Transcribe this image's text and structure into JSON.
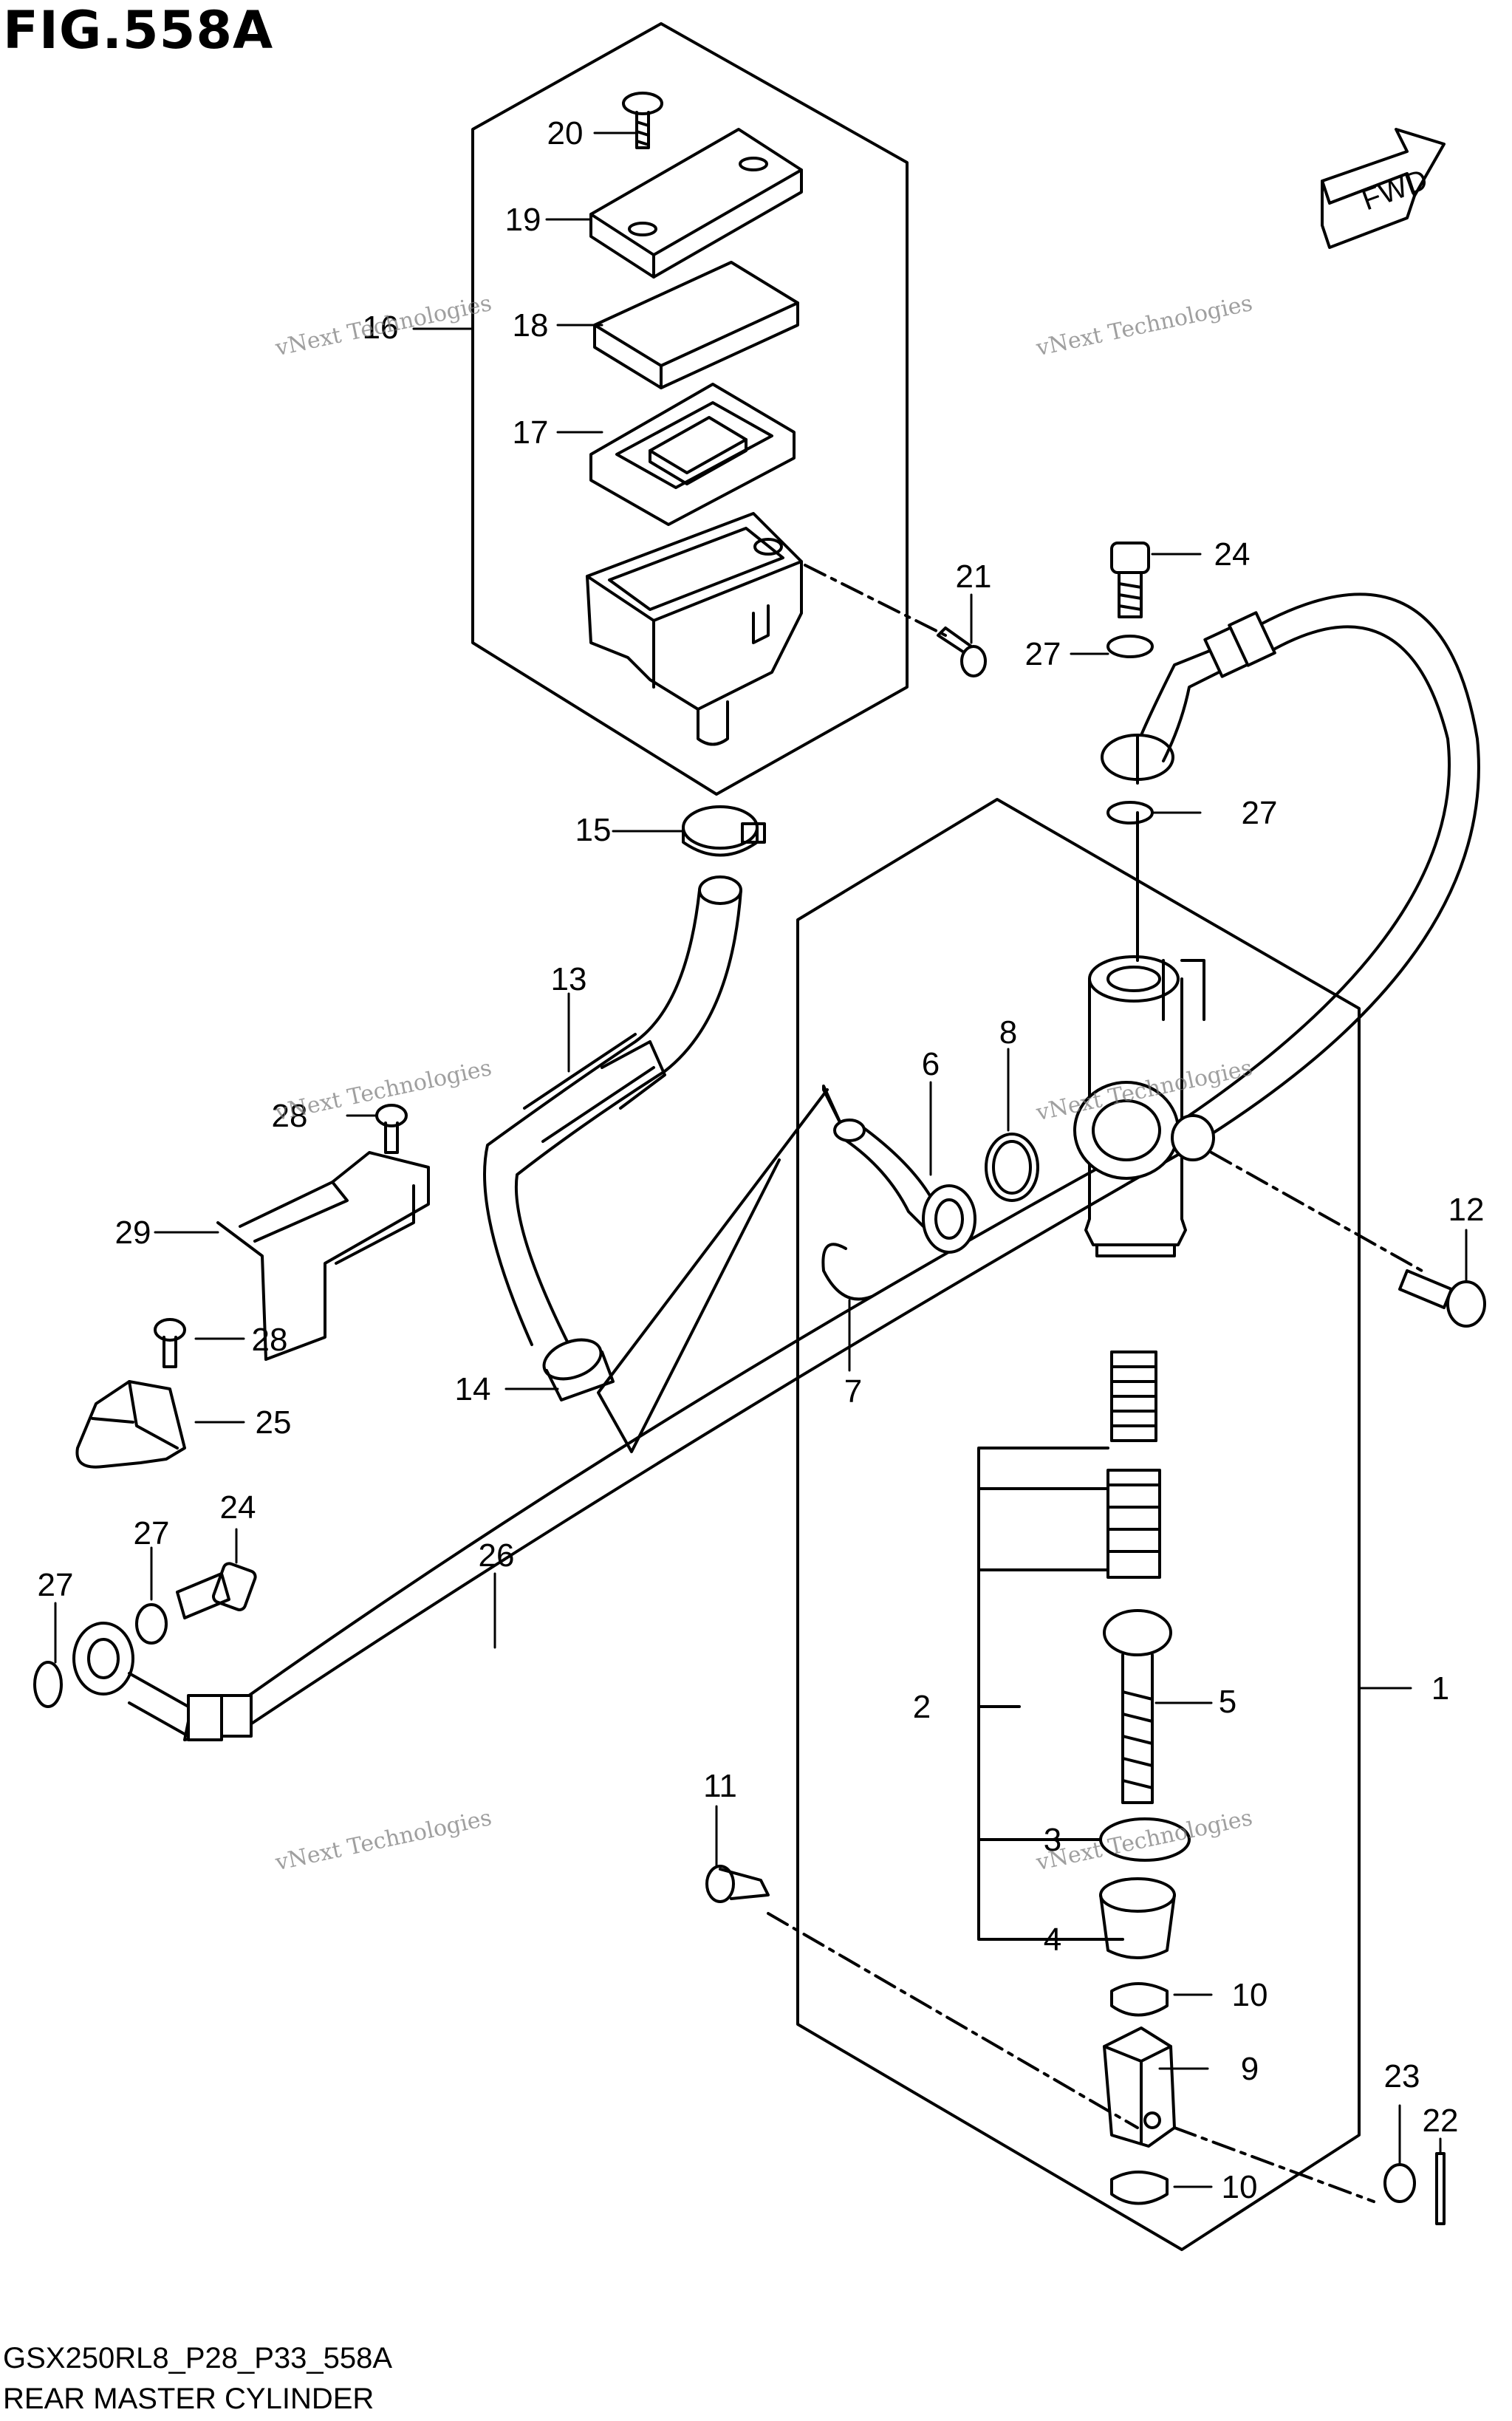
{
  "figure": {
    "title": "FIG.558A",
    "code": "GSX250RL8_P28_P33_558A",
    "name": "REAR MASTER CYLINDER",
    "fwd_label": "FWD"
  },
  "watermark": {
    "line1": "vNext Technologies",
    "line2": "vNext Technologies"
  },
  "callouts": [
    {
      "id": "1",
      "text": "1"
    },
    {
      "id": "2",
      "text": "2"
    },
    {
      "id": "3",
      "text": "3"
    },
    {
      "id": "4",
      "text": "4"
    },
    {
      "id": "5",
      "text": "5"
    },
    {
      "id": "6",
      "text": "6"
    },
    {
      "id": "7",
      "text": "7"
    },
    {
      "id": "8",
      "text": "8"
    },
    {
      "id": "9",
      "text": "9"
    },
    {
      "id": "10a",
      "text": "10"
    },
    {
      "id": "10b",
      "text": "10"
    },
    {
      "id": "11",
      "text": "11"
    },
    {
      "id": "12",
      "text": "12"
    },
    {
      "id": "13",
      "text": "13"
    },
    {
      "id": "14",
      "text": "14"
    },
    {
      "id": "15",
      "text": "15"
    },
    {
      "id": "16",
      "text": "16"
    },
    {
      "id": "17",
      "text": "17"
    },
    {
      "id": "18",
      "text": "18"
    },
    {
      "id": "19",
      "text": "19"
    },
    {
      "id": "20",
      "text": "20"
    },
    {
      "id": "21",
      "text": "21"
    },
    {
      "id": "22",
      "text": "22"
    },
    {
      "id": "23",
      "text": "23"
    },
    {
      "id": "24a",
      "text": "24"
    },
    {
      "id": "24b",
      "text": "24"
    },
    {
      "id": "25",
      "text": "25"
    },
    {
      "id": "26",
      "text": "26"
    },
    {
      "id": "27a",
      "text": "27"
    },
    {
      "id": "27b",
      "text": "27"
    },
    {
      "id": "27c",
      "text": "27"
    },
    {
      "id": "27d",
      "text": "27"
    },
    {
      "id": "28a",
      "text": "28"
    },
    {
      "id": "28b",
      "text": "28"
    },
    {
      "id": "29",
      "text": "29"
    }
  ]
}
